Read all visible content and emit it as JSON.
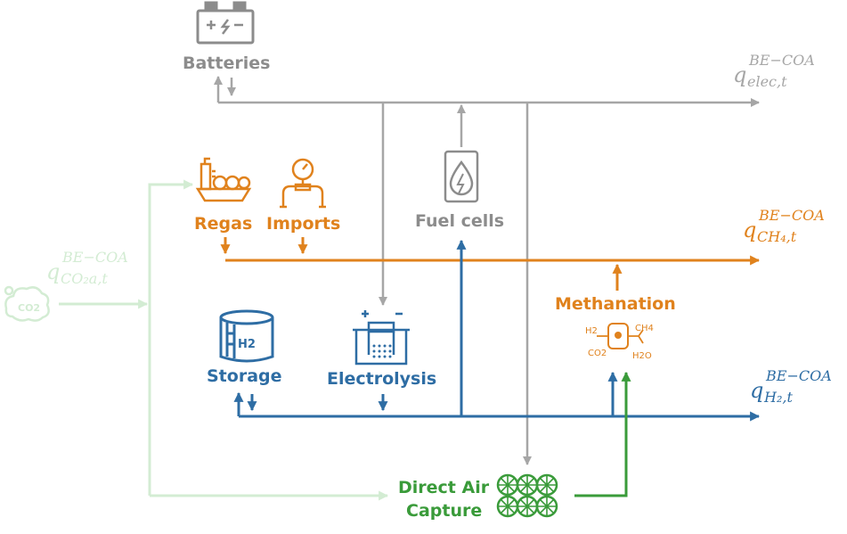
{
  "colors": {
    "electricity": "#a6a6a6",
    "methane": "#e0821d",
    "hydrogen": "#2e6da4",
    "dac": "#3a9b3a",
    "co2_inflow": "#d3ecd3"
  },
  "nodes": {
    "batteries": {
      "label": "Batteries",
      "icon": "battery-icon"
    },
    "regas": {
      "label": "Regas",
      "icon": "regas-icon"
    },
    "imports": {
      "label": "Imports",
      "icon": "imports-icon"
    },
    "fuel_cells": {
      "label": "Fuel cells",
      "icon": "fuel-cell-icon"
    },
    "methanation": {
      "label": "Methanation",
      "icon": "methanation-icon",
      "icon_text": [
        "H2",
        "CH4",
        "CO2",
        "H2O"
      ]
    },
    "storage": {
      "label": "Storage",
      "icon": "h2-tank-icon",
      "icon_text": "H2"
    },
    "electrolysis": {
      "label": "Electrolysis",
      "icon": "electrolyzer-icon"
    },
    "dac": {
      "label_line1": "Direct Air",
      "label_line2": "Capture",
      "icon": "dac-modules-icon"
    },
    "co2_source": {
      "icon": "co2-cloud-icon",
      "icon_text": "CO2"
    }
  },
  "flows": {
    "electricity": {
      "base": "q",
      "sup": "BE−COA",
      "sub": "elec,t"
    },
    "methane": {
      "base": "q",
      "sup": "BE−COA",
      "sub": "CH₄,t"
    },
    "hydrogen": {
      "base": "q",
      "sup": "BE−COA",
      "sub": "H₂,t"
    },
    "co2": {
      "base": "q",
      "sup": "BE−COA",
      "sub": "CO₂a,t"
    }
  }
}
